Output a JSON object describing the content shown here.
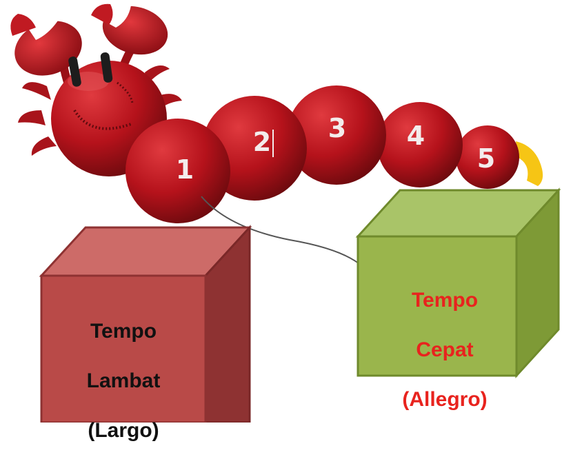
{
  "segments": [
    "1",
    "2",
    "3",
    "4",
    "5"
  ],
  "boxes": {
    "slow": {
      "lines": [
        "Tempo",
        "Lambat",
        "(Largo)"
      ],
      "text_color": "#111111",
      "front": "#b94a48",
      "top": "#cd6b68",
      "side": "#8e3232"
    },
    "fast": {
      "lines": [
        "Tempo",
        "Cepat",
        "(Allegro)"
      ],
      "text_color": "#e8231e",
      "front": "#9ab54c",
      "top": "#a9c468",
      "side": "#7e9a36"
    }
  },
  "colors": {
    "body_red": "#b5121b",
    "body_dark": "#7d0a10",
    "tail_yellow": "#f6c515",
    "string": "#555555"
  },
  "icons": {
    "mascot": "caterpillar-crab-icon"
  }
}
